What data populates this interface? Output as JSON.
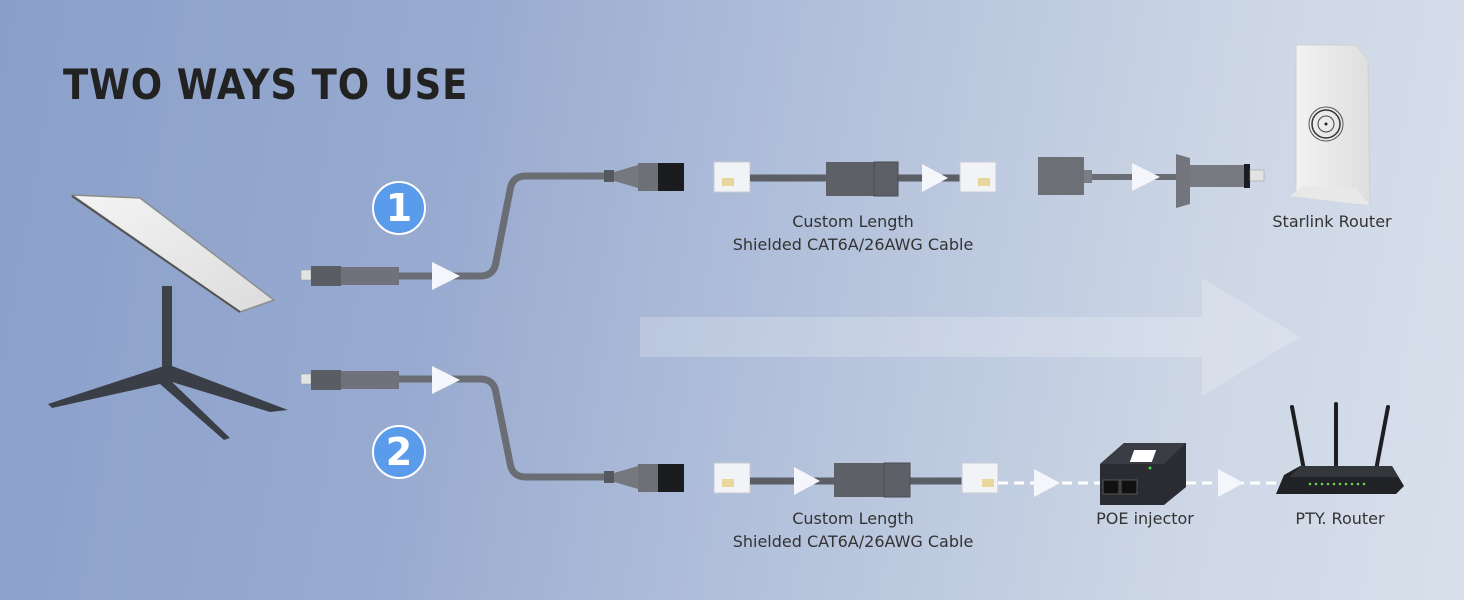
{
  "title": "TWO WAYS TO USE",
  "colors": {
    "badge": "#5b9bec",
    "cable": "#6b6e76",
    "title": "#222222",
    "arrow": "#f4f6fb"
  },
  "methods": [
    {
      "badge": "1",
      "cable_caption": {
        "line1": "Custom Length",
        "line2": "Shielded CAT6A/26AWG Cable"
      },
      "destination": "Starlink Router"
    },
    {
      "badge": "2",
      "cable_caption": {
        "line1": "Custom Length",
        "line2": "Shielded CAT6A/26AWG Cable"
      },
      "injector": "POE injector",
      "destination": "PTY. Router"
    }
  ],
  "icons": {
    "dish": "starlink-dish-icon",
    "router1": "starlink-router-icon",
    "injector": "poe-injector-icon",
    "router2": "wifi-router-icon",
    "big_arrow": "flow-arrow-icon"
  }
}
